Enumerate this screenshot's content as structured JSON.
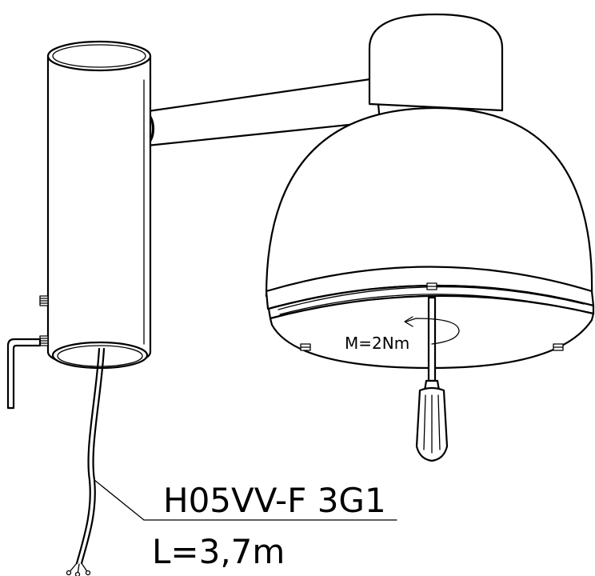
{
  "labels": {
    "torque": "M=2Nm",
    "cable_type": "H05VV-F 3G1",
    "cable_length": "L=3,7m"
  }
}
